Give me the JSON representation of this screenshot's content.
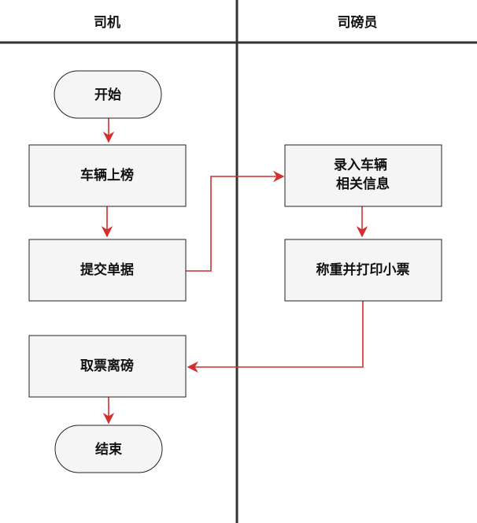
{
  "lanes": {
    "driver": "司机",
    "weigher": "司磅员"
  },
  "nodes": {
    "start": "开始",
    "drive_on_scale": "车辆上榜",
    "submit_documents": "提交单据",
    "enter_vehicle_info": [
      "录入车辆",
      "相关信息"
    ],
    "weigh_and_print": "称重并打印小票",
    "take_ticket_leave": "取票离磅",
    "end": "结束"
  },
  "colors": {
    "edge": "#d32f2f",
    "node_fill": "#f5f5f5",
    "node_stroke": "#222222",
    "lane_line": "#333333"
  }
}
